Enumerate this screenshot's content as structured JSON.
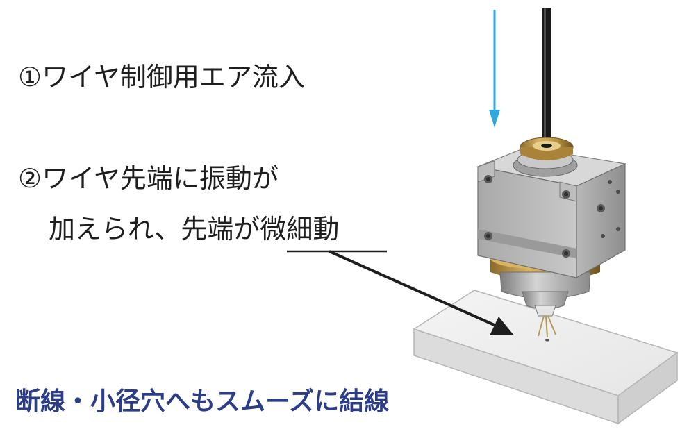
{
  "annotations": {
    "step1": "①ワイヤ制御用エア流入",
    "step2_line1": "②ワイヤ先端に振動が",
    "step2_line2": "加えられ、先端が微細動"
  },
  "tagline": "断線・小径穴へもスムーズに結線",
  "colors": {
    "air_arrow": "#2fa8dc",
    "tagline": "#2b3d86",
    "text": "#1e1e1e",
    "brass": "#c9a24a"
  }
}
